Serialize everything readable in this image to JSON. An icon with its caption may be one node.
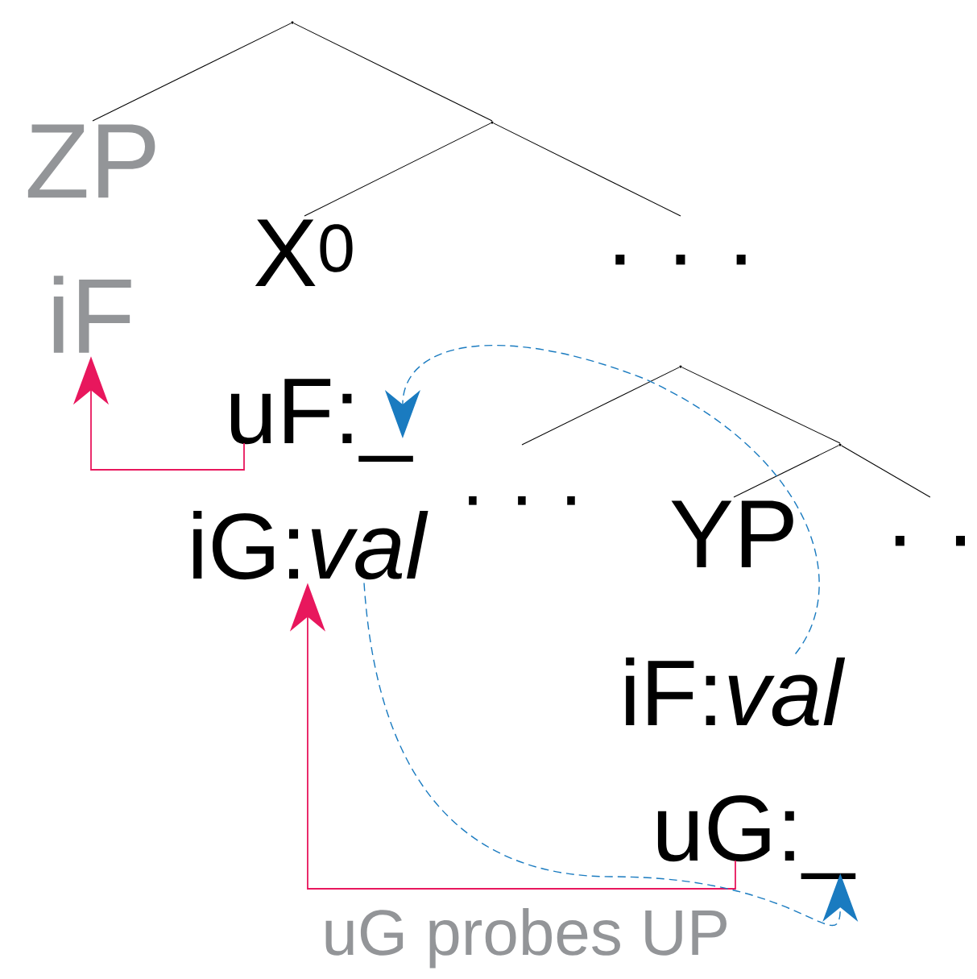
{
  "diagram": {
    "nodes": [
      {
        "text": [],
        "shape": "point"
      },
      {
        "text": [
          "ZP"
        ]
      },
      {
        "text": [
          "iF"
        ]
      },
      {
        "text": [],
        "shape": "point"
      },
      {
        "text": [
          "X$^{0}$"
        ]
      },
      {
        "text": [
          "uF:_"
        ]
      },
      {
        "text": [
          "iG:*val*"
        ]
      },
      {
        "text": [
          "· · ·"
        ]
      },
      {
        "text": [
          ". . ."
        ]
      },
      {
        "text": [],
        "shape": "point"
      },
      {
        "text": [],
        "shape": "point"
      },
      {
        "text": [
          "YP"
        ]
      },
      {
        "text": [
          "iF:*val*"
        ]
      },
      {
        "text": [
          "uG:_"
        ]
      },
      {
        "text": [
          ". ."
        ]
      }
    ],
    "edges": [
      {
        "from": 0,
        "to": 1,
        "arrow": "none"
      },
      {
        "from": 0,
        "to": 3,
        "arrow": "none"
      },
      {
        "from": 3,
        "to": 4,
        "arrow": "none"
      },
      {
        "from": 3,
        "to": 8,
        "arrow": "none"
      },
      {
        "from": 9,
        "to": 7,
        "arrow": "none"
      },
      {
        "from": 9,
        "to": 10,
        "arrow": "none"
      },
      {
        "from": 10,
        "to": 11,
        "arrow": "none"
      },
      {
        "from": 10,
        "to": 14,
        "arrow": "none"
      },
      {
        "from": 5,
        "to": 2,
        "arrow": "to",
        "color": "#e8175d"
      },
      {
        "from": 13,
        "to": 6,
        "arrow": "to",
        "color": "#e8175d"
      },
      {
        "from": 12,
        "to": 5,
        "arrow": "to",
        "style": "dashed",
        "color": "#1a7bc0"
      },
      {
        "from": 6,
        "to": 13,
        "arrow": "to",
        "style": "dashed",
        "color": "#1a7bc0"
      }
    ],
    "labels": [
      "uG probes UP"
    ]
  }
}
